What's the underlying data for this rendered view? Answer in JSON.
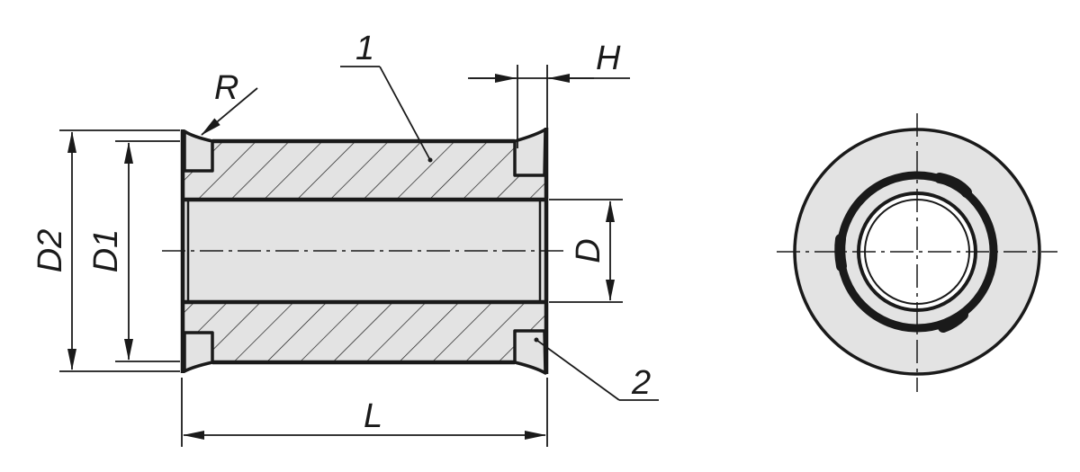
{
  "labels": {
    "part_1": "1",
    "part_2": "2",
    "radius": "R",
    "height": "H",
    "diameter_outer": "D2",
    "diameter_mid": "D1",
    "diameter_bore": "D",
    "length": "L"
  },
  "colors": {
    "line": "#1a1a1a",
    "fill": "#e3e3e3",
    "background": "#ffffff"
  }
}
